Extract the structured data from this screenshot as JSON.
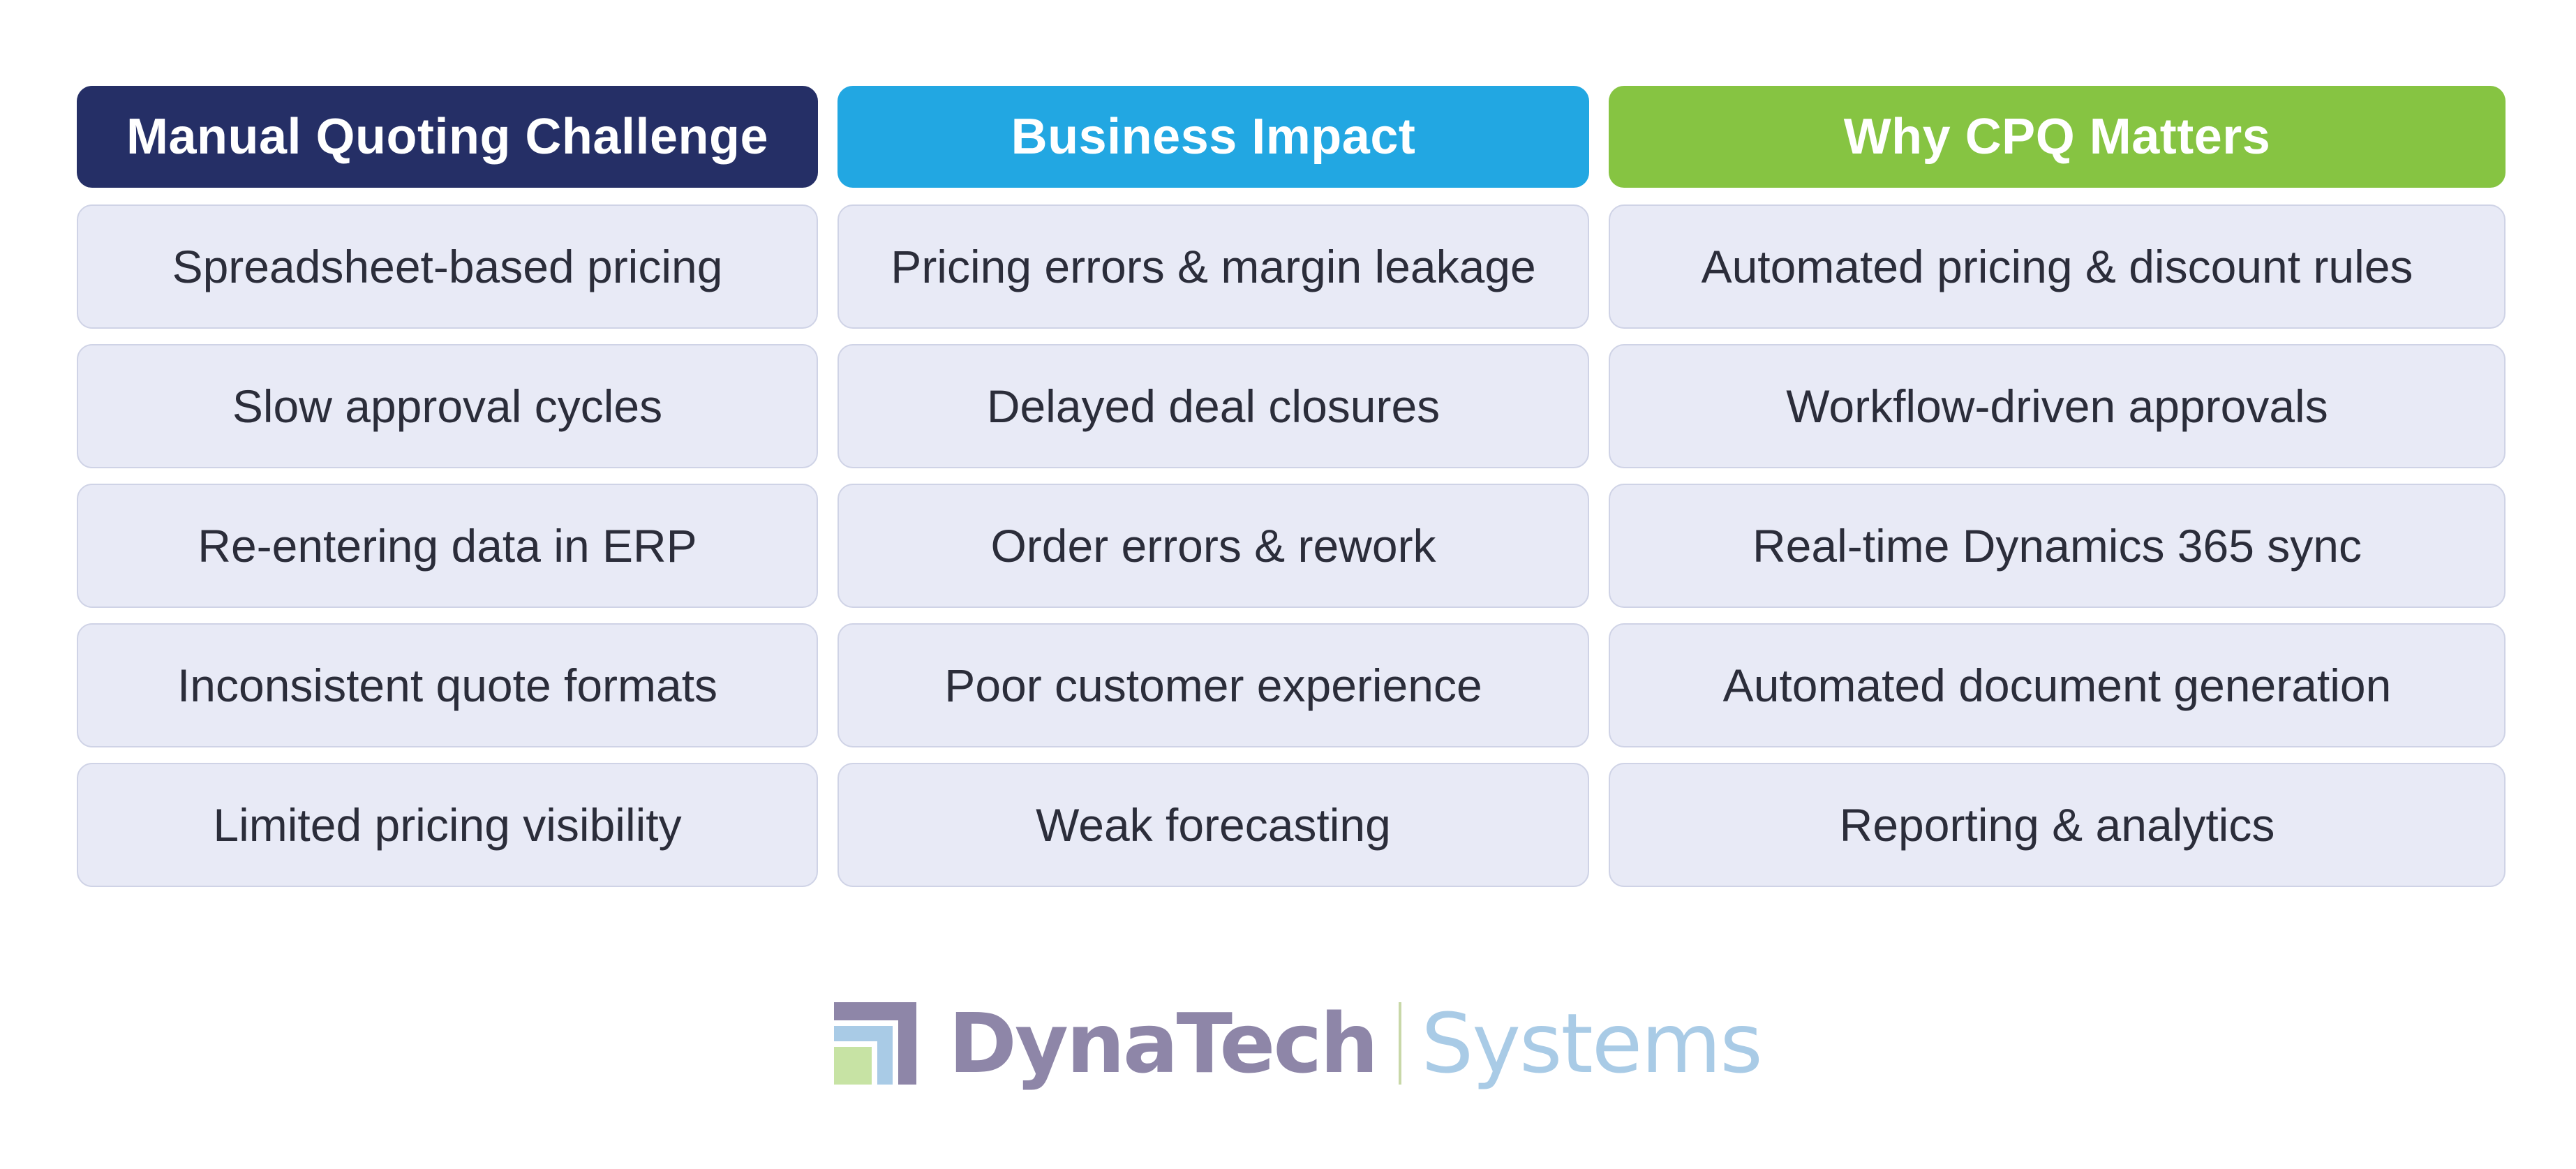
{
  "columns": [
    {
      "header": "Manual Quoting Challenge",
      "color": "#252f66",
      "items": [
        "Spreadsheet-based pricing",
        "Slow approval cycles",
        "Re-entering data in ERP",
        "Inconsistent quote formats",
        "Limited pricing visibility"
      ]
    },
    {
      "header": "Business Impact",
      "color": "#22a7e2",
      "items": [
        "Pricing errors & margin leakage",
        "Delayed deal closures",
        "Order errors & rework",
        "Poor customer experience",
        "Weak forecasting"
      ]
    },
    {
      "header": "Why CPQ Matters",
      "color": "#86c442",
      "items": [
        "Automated pricing & discount rules",
        "Workflow-driven approvals",
        "Real-time Dynamics 365 sync",
        "Automated document generation",
        "Reporting & analytics"
      ]
    }
  ],
  "logo": {
    "word_1": "DynaTech",
    "word_2": "Systems",
    "word_1_color": "#8e86a8",
    "word_2_color": "#a9cbe6",
    "separator_color": "#c8d8a8",
    "mark_colors": [
      "#8e86a8",
      "#a9cbe6",
      "#c7e3a4"
    ]
  }
}
